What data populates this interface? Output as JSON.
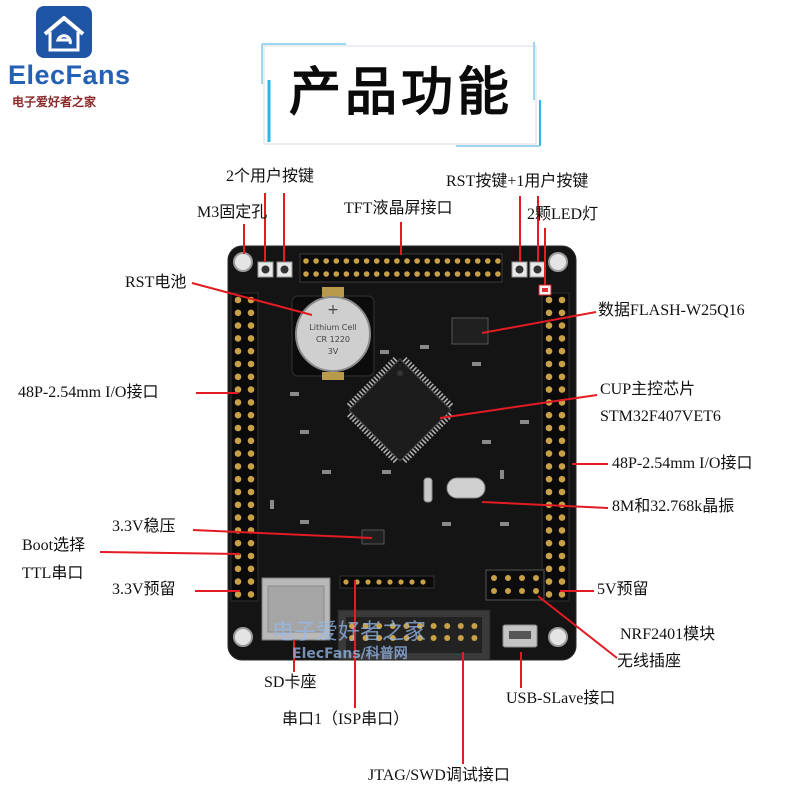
{
  "logo": {
    "brand": "ElecFans",
    "tagline": "电子爱好者之家"
  },
  "title": "产品功能",
  "callouts": {
    "user_keys": "2个用户按键",
    "mount_hole": "M3固定孔",
    "tft_interface": "TFT液晶屏接口",
    "rst_key": "RST按键+1用户按键",
    "leds": "2颗LED灯",
    "rst_battery": "RST电池",
    "data_flash": "数据FLASH-W25Q16",
    "io_left": "48P-2.54mm I/O接口",
    "mcu_title": "CUP主控芯片",
    "mcu_model": "STM32F407VET6",
    "io_right": "48P-2.54mm I/O接口",
    "crystals": "8M和32.768k晶振",
    "regulator": "3.3V稳压",
    "boot_select": "Boot选择",
    "ttl_serial": "TTL串口",
    "reserve_3v3": "3.3V预留",
    "reserve_5v": "5V预留",
    "nrf_module": "NRF2401模块",
    "wireless_socket": "无线插座",
    "sd_socket": "SD卡座",
    "usb_slave": "USB-SLave接口",
    "uart1": "串口1（ISP串口）",
    "jtag_swd": "JTAG/SWD调试接口"
  },
  "battery_print": {
    "plus": "+",
    "line1": "Lithium Cell",
    "line2": "CR 1220",
    "line3": "3V"
  },
  "watermark": {
    "line1": "电子爱好者之家",
    "line2": "ElecFans/科普网"
  },
  "icons": {
    "logo": "house-logo-icon"
  },
  "colors": {
    "callout_line": "#e31b23",
    "brand": "#2461b2",
    "tagline": "#8a2a2a",
    "frame_accent": "#2ab7e6",
    "pcb": "#141414",
    "pin_gold": "#c8a048"
  }
}
